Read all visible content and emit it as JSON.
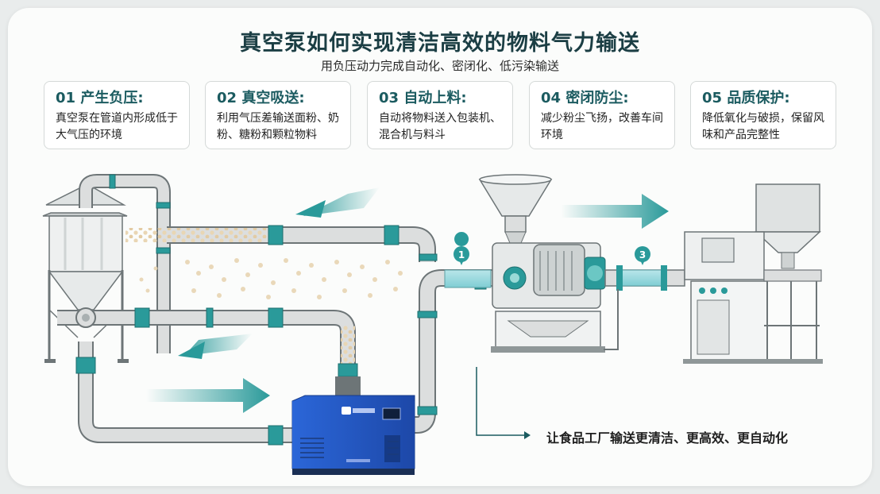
{
  "header": {
    "title": "真空泵如何实现清洁高效的物料气力输送",
    "subtitle": "用负压动力完成自动化、密闭化、低污染输送"
  },
  "steps": [
    {
      "title": "01 产生负压:",
      "text": "真空泵在管道内形成低于大气压的环境"
    },
    {
      "title": "02 真空吸送:",
      "text": "利用气压差输送面粉、奶粉、糖粉和颗粒物料"
    },
    {
      "title": "03 自动上料:",
      "text": "自动将物料送入包装机、混合机与料斗"
    },
    {
      "title": "04 密闭防尘:",
      "text": "减少粉尘飞扬，改善车间环境"
    },
    {
      "title": "05 品质保护:",
      "text": "降低氧化与破损，保留风味和产品完整性"
    }
  ],
  "markers": [
    "1",
    "3"
  ],
  "caption": "让食品工厂输送更清洁、更高效、更自动化",
  "colors": {
    "teal": "#2a9a9a",
    "pipe": "#dcdede",
    "pump_blue": "#2459c8",
    "title": "#1b3e44"
  }
}
